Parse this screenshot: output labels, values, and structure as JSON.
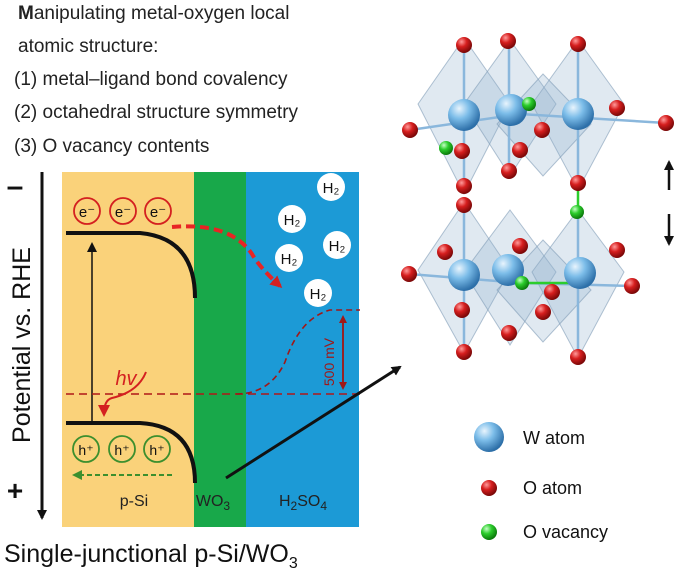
{
  "header": {
    "title_first_letter": "M",
    "title_rest": "anipulating metal-oxygen local",
    "title_line2": "atomic structure:",
    "points": [
      "(1) metal–ligand bond covalency",
      "(2) octahedral structure symmetry",
      "(3) O vacancy contents"
    ]
  },
  "band": {
    "axis_label": "Potential vs. RHE",
    "axis_minus": "–",
    "axis_plus": "+",
    "electron": "e⁻",
    "hole": "h⁺",
    "h2": "H₂",
    "hv": "hv",
    "mv": "500 mV",
    "region_si": "p-Si",
    "region_wo3": "WO₃",
    "region_h2so4": "H₂SO₄",
    "colors": {
      "si": "#fad27a",
      "wo3": "#18a84a",
      "h2so4": "#1c9ad6",
      "accent_red": "#d42020",
      "hole_green": "#3c8f2e"
    }
  },
  "legend": {
    "items": [
      {
        "label": "W atom",
        "color": "#6fb4e6"
      },
      {
        "label": "O atom",
        "color": "#d41c1c"
      },
      {
        "label": "O vacancy",
        "color": "#2ccd2c"
      }
    ]
  },
  "caption": {
    "text": "Single-junctional p-Si/WO",
    "sub": "3"
  }
}
